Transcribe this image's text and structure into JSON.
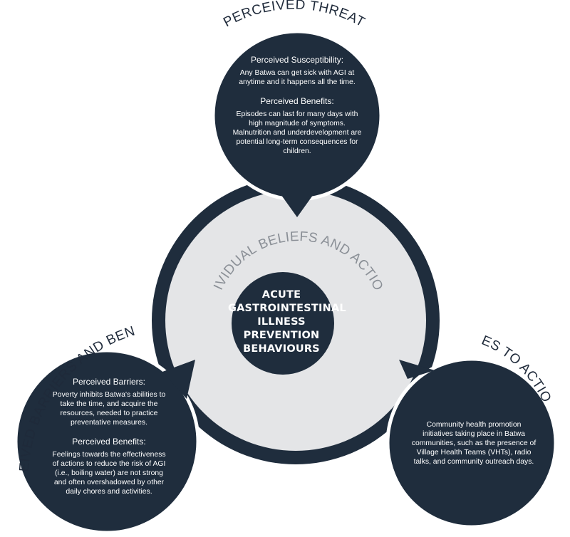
{
  "colors": {
    "dark_navy": "#1f2d3d",
    "ring_fill": "#e4e5e7",
    "ring_stroke": "#ffffff",
    "ring_label": "#8a8f96",
    "node_text": "#ffffff"
  },
  "perceived_threat": {
    "title": "PERCEIVED THREAT",
    "susceptibility_heading": "Perceived Susceptibility:",
    "susceptibility_text": "Any Batwa can get sick with AGI at anytime and it happens all the time.",
    "benefits_heading": "Perceived Benefits:",
    "benefits_text": "Episodes can last for many days with high magnitude of symptoms. Malnutrition and underdevelopment are potential long-term consequences for children."
  },
  "barriers_benefits": {
    "title": "PERCEIVED BARRIERS AND BENEFITS",
    "barriers_heading": "Perceived Barriers:",
    "barriers_text": "Poverty inhibits Batwa's abilities to take the time, and acquire the resources, needed to practice preventative measures.",
    "benefits_heading": "Perceived Benefits:",
    "benefits_text": "Feelings towards the effectiveness of actions to reduce the risk of AGI (i.e., boiling water) are not strong and often overshadowed by other daily chores and activities."
  },
  "cues_to_action": {
    "title": "CUES TO ACTION",
    "text": "Community health promotion initiatives taking place in Batwa communities, such as the presence of Village Health Teams (VHTs), radio talks, and community outreach days."
  },
  "ring": {
    "title": "INDIVIDUAL BELIEFS AND ACTIONS"
  },
  "center": {
    "line1": "ACUTE",
    "line2": "GASTROINTESTINAL",
    "line3": "ILLNESS PREVENTION",
    "line4": "BEHAVIOURS"
  }
}
